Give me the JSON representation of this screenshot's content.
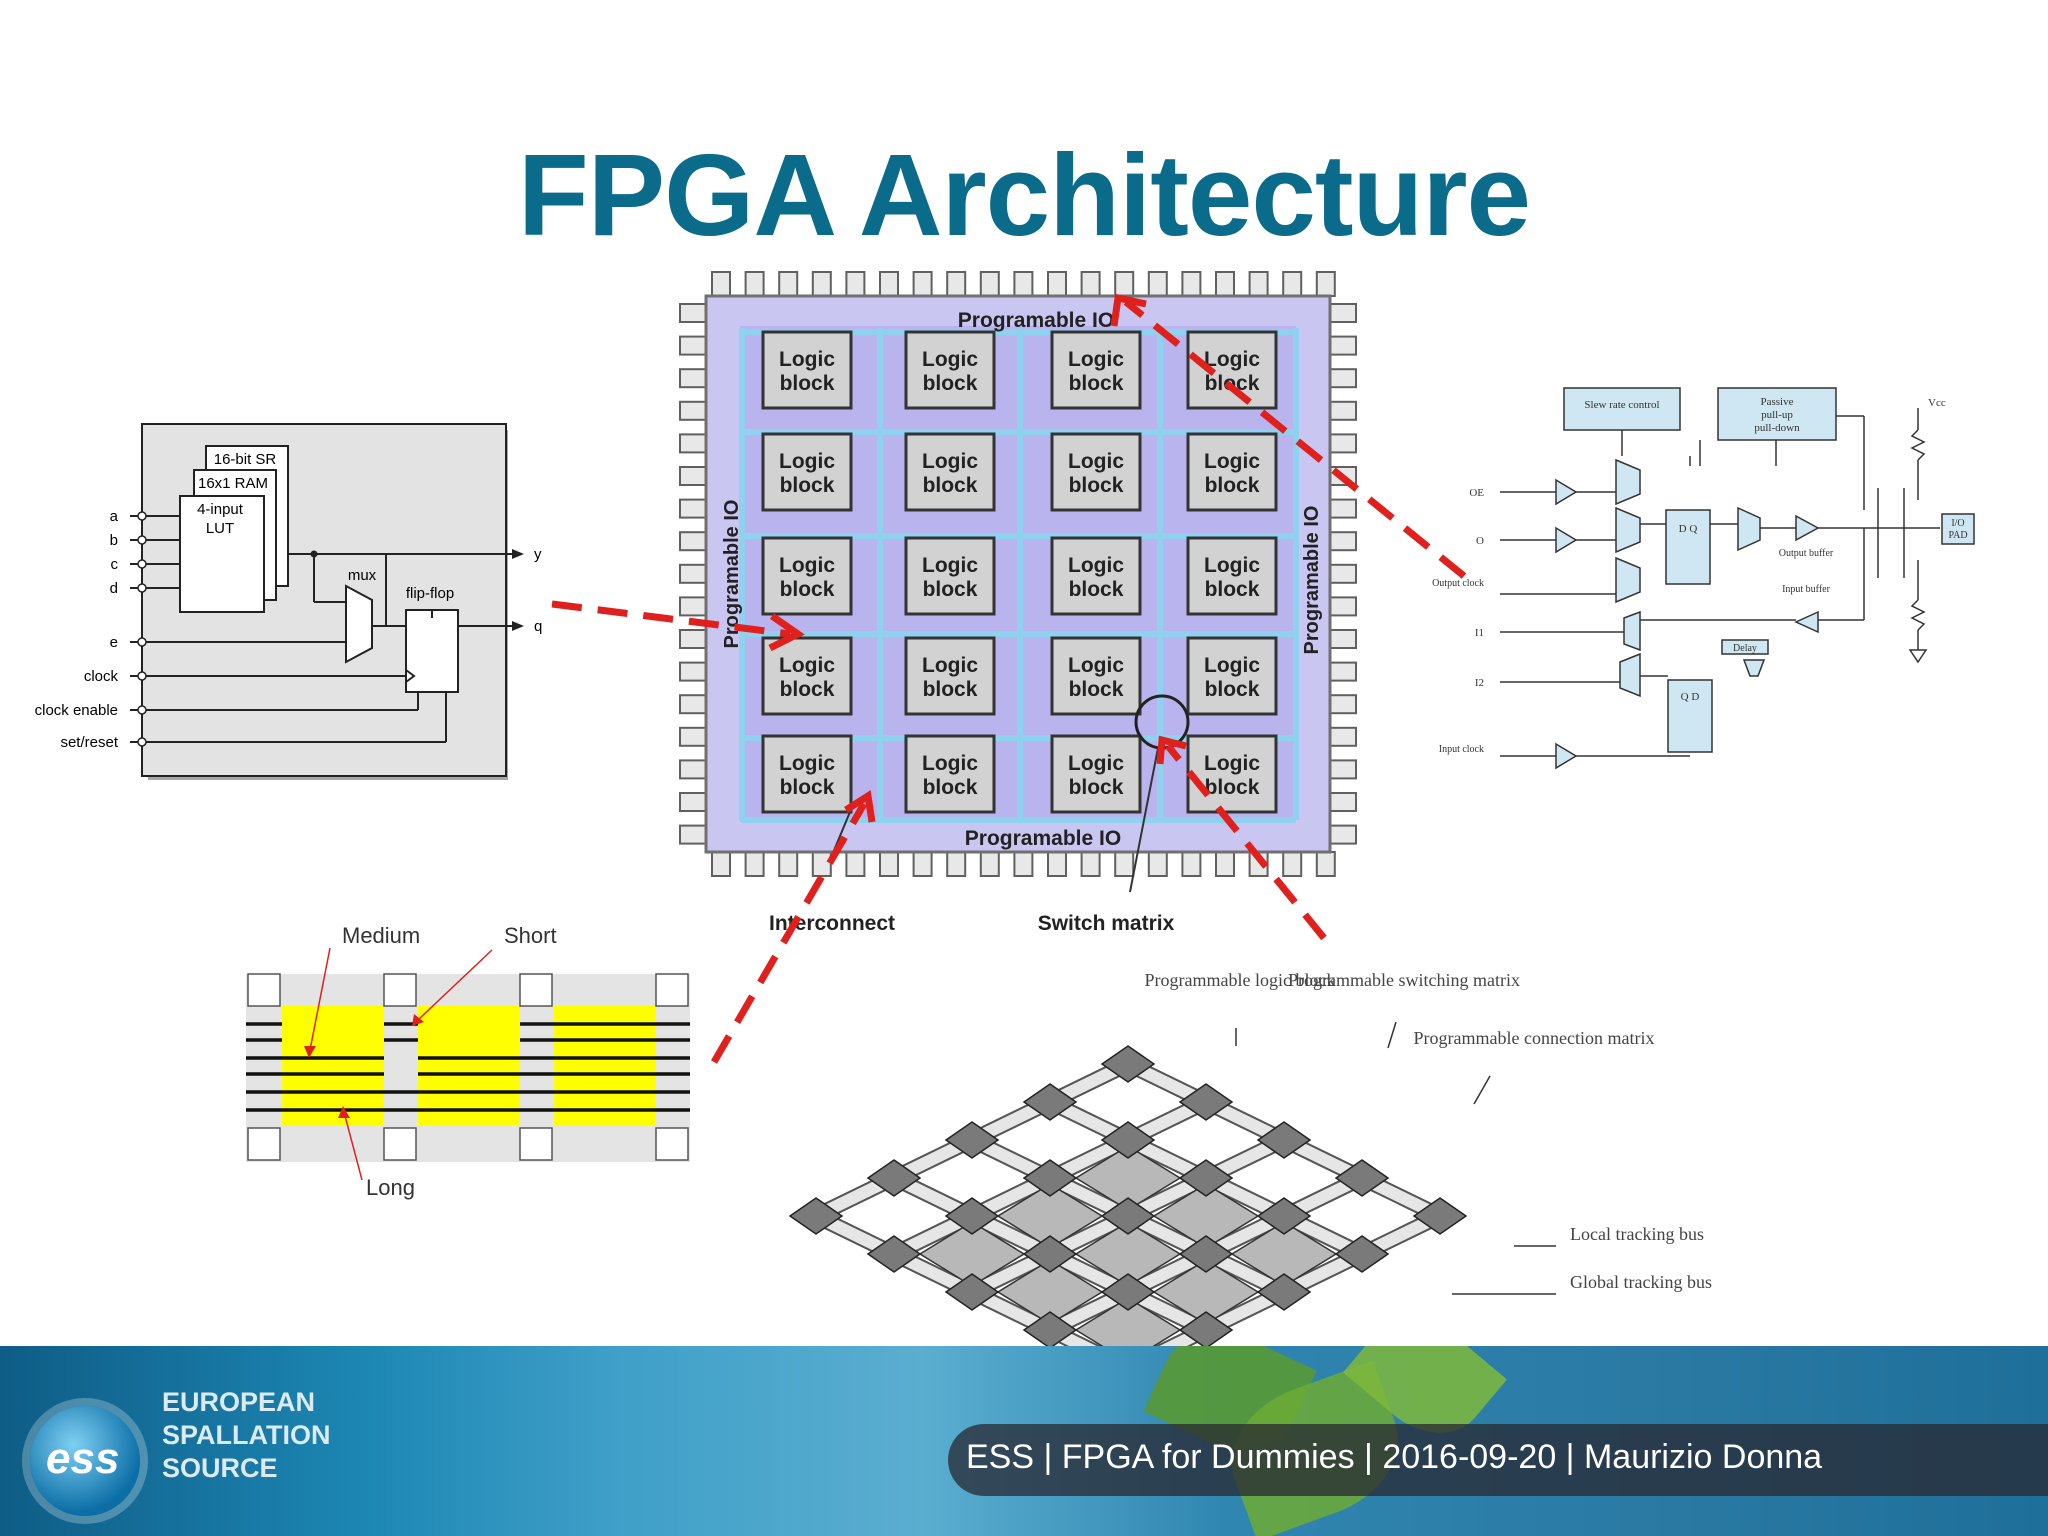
{
  "slide": {
    "title": "FPGA Architecture"
  },
  "fpga": {
    "io_top": "Programable IO",
    "io_bottom": "Programable IO",
    "io_left": "Programable IO",
    "io_right": "Programable IO",
    "block_line1": "Logic",
    "block_line2": "block",
    "interconnect": "Interconnect",
    "switch_matrix": "Switch matrix"
  },
  "clb": {
    "lut_sr": "16-bit SR",
    "lut_ram": "16x1 RAM",
    "lut_line1": "4-input",
    "lut_line2": "LUT",
    "mux": "mux",
    "flipflop": "flip-flop",
    "inputs": [
      "a",
      "b",
      "c",
      "d"
    ],
    "e": "e",
    "clock": "clock",
    "clock_enable": "clock enable",
    "set_reset": "set/reset",
    "y": "y",
    "q": "q"
  },
  "routing": {
    "medium": "Medium",
    "short": "Short",
    "long": "Long"
  },
  "iob": {
    "slew": "Slew rate control",
    "passive_lines": [
      "Passive",
      "pull-up",
      "pull-down"
    ],
    "vcc": "Vcc",
    "oe": "OE",
    "o": "O",
    "output_clock": "Output clock",
    "i1": "I1",
    "i2": "I2",
    "input_clock": "Input clock",
    "dq": "D Q",
    "qd": "Q D",
    "output_buffer": "Output buffer",
    "input_buffer": "Input buffer",
    "delay": "Delay",
    "pad_lines": [
      "I/O",
      "PAD"
    ]
  },
  "matrix": {
    "logic_block": "Programmable logic block",
    "switching": "Programmable switching matrix",
    "connection": "Programmable connection matrix",
    "local_bus": "Local tracking bus",
    "global_bus": "Global tracking bus"
  },
  "footer": {
    "logo_abbr": "ess",
    "logo_lines": [
      "EUROPEAN",
      "SPALLATION",
      "SOURCE"
    ],
    "caption": "ESS | FPGA for Dummies |  2016-09-20 |   Maurizio Donna"
  },
  "colors": {
    "title": "#0b6b8a",
    "fpga_fill": "#c9c6f2",
    "fpga_inner": "#b9b4ee",
    "routing_line": "#8fd2f0",
    "block_fill": "#d2d2d2",
    "arrow": "#e0201c",
    "yellow": "#ffff00"
  }
}
